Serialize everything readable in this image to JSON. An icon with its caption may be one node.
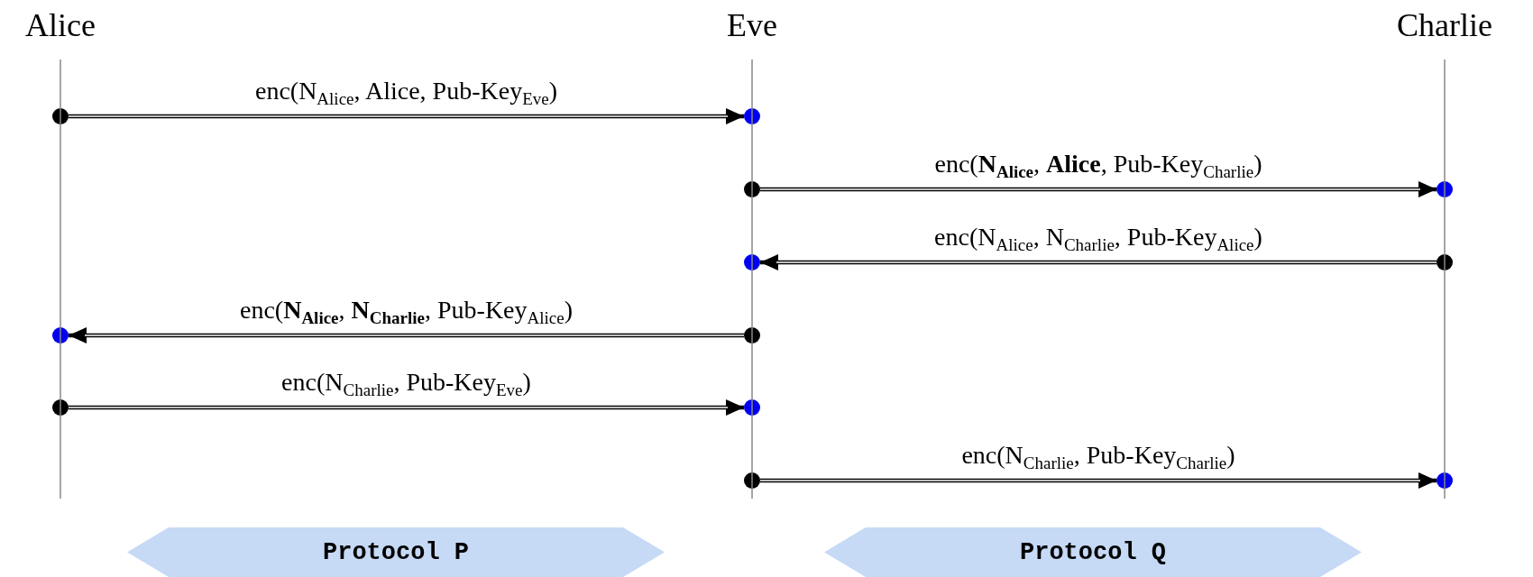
{
  "diagram": {
    "nodes": [
      {
        "text": [
          "Alice"
        ]
      },
      {
        "text": [
          "Eve"
        ]
      },
      {
        "text": [
          "Charlie"
        ]
      },
      {
        "text": [],
        "shape": "circle"
      },
      {
        "text": [],
        "shape": "circle"
      },
      {
        "text": [],
        "shape": "circle"
      },
      {
        "text": [],
        "shape": "circle"
      },
      {
        "text": [],
        "shape": "circle"
      },
      {
        "text": [],
        "shape": "circle"
      },
      {
        "text": [],
        "shape": "circle"
      },
      {
        "text": [],
        "shape": "circle"
      },
      {
        "text": [],
        "shape": "circle"
      },
      {
        "text": [],
        "shape": "circle"
      },
      {
        "text": [],
        "shape": "circle"
      },
      {
        "text": [],
        "shape": "circle"
      },
      {
        "text": [
          "Protocol P"
        ]
      },
      {
        "text": [
          "Protocol Q"
        ]
      }
    ],
    "edges": [
      {
        "from": 0,
        "to": 11,
        "arrow": "none",
        "color": "#888888"
      },
      {
        "from": 1,
        "to": 13,
        "arrow": "none",
        "color": "#888888"
      },
      {
        "from": 2,
        "to": 14,
        "arrow": "none",
        "color": "#888888"
      },
      {
        "from": 3,
        "to": 4,
        "arrow": "to",
        "label": "enc(N$_{Alice}$, Alice, Pub-Key$_{Eve}$)"
      },
      {
        "from": 5,
        "to": 6,
        "arrow": "to",
        "label": "enc(**N$_{Alice}$**, **Alice**, Pub-Key$_{Charlie}$)"
      },
      {
        "from": 8,
        "to": 7,
        "arrow": "to",
        "label": "enc(N$_{Alice}$, N$_{Charlie}$, Pub-Key$_{Alice}$)"
      },
      {
        "from": 10,
        "to": 9,
        "arrow": "to",
        "label": "enc(**N$_{Alice}$**, **N$_{Charlie}$**, Pub-Key$_{Alice}$)"
      },
      {
        "from": 11,
        "to": 12,
        "arrow": "to",
        "label": "enc(N$_{Charlie}$, Pub-Key$_{Eve}$)"
      },
      {
        "from": 13,
        "to": 14,
        "arrow": "to",
        "label": "enc(N$_{Charlie}$, Pub-Key$_{Charlie}$)"
      }
    ]
  }
}
